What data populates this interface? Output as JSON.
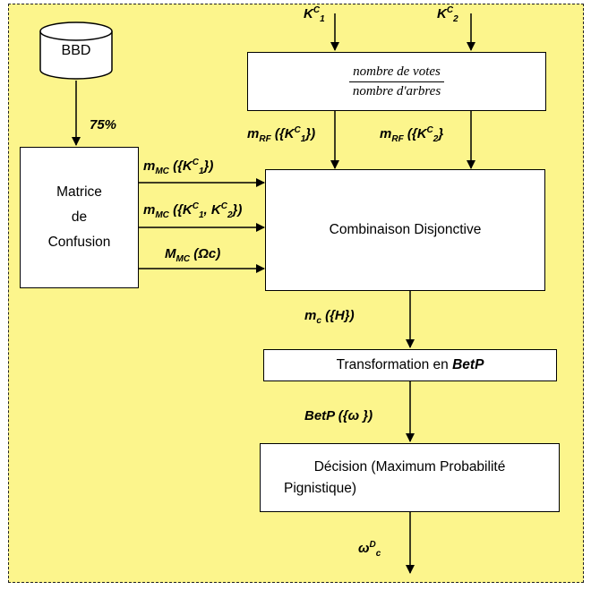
{
  "nodes": {
    "bbd": "BBD",
    "matrice": {
      "line1": "Matrice",
      "line2": "de",
      "line3": "Confusion"
    },
    "fraction": {
      "numerator": "nombre de votes",
      "denominator": "nombre d'arbres"
    },
    "combinaison": "Combinaison Disjonctive",
    "transformation": {
      "prefix": "Transformation en ",
      "emphasis": "BetP"
    },
    "decision": {
      "line1": "Décision (Maximum Probabilité",
      "line2": "Pignistique)"
    }
  },
  "labels": {
    "k1": {
      "base": "K",
      "sup": "C",
      "sub": "1"
    },
    "k2": {
      "base": "K",
      "sup": "C",
      "sub": "2"
    },
    "pct": "75%",
    "mrf1": {
      "base": "m",
      "sub": "RF",
      "open": " ({K",
      "sup": "C",
      "sub2": "1",
      "close": "})"
    },
    "mrf2": {
      "base": "m",
      "sub": "RF",
      "open": " ({K",
      "sup": "C",
      "sub2": "2",
      "close": "}"
    },
    "mmc1": {
      "base": "m",
      "sub": "MC",
      "open": " ({K",
      "sup": "C",
      "sub2": "1",
      "close": "})"
    },
    "mmc2": {
      "base": "m",
      "sub": "MC",
      "open": " ({K",
      "sup": "C",
      "sub2": "1",
      "mid": ", K",
      "sup2": "C",
      "sub3": "2",
      "close": "})"
    },
    "mmc3": {
      "base": "M",
      "sub": "MC",
      "rest": " (Ωc)"
    },
    "mc": {
      "base": "m",
      "sub": "c",
      "rest": " ({H})"
    },
    "betp": {
      "text": "BetP ({ω })"
    },
    "omega": {
      "base": "ω",
      "sup": "D",
      "sub": "c"
    }
  }
}
